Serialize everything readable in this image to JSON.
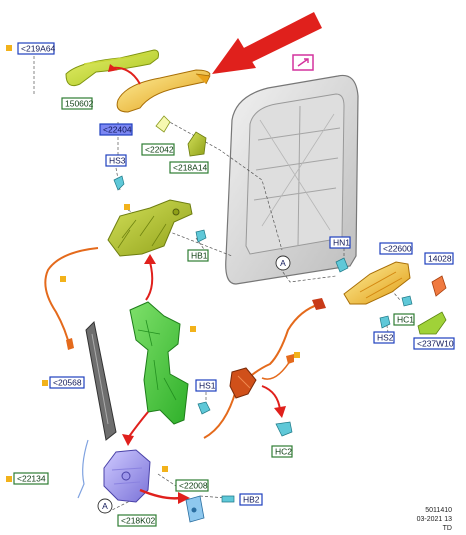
{
  "labels": {
    "l219A64": "<219A64",
    "l150602": "150602",
    "l22404": "<22404",
    "l22042": "<22042",
    "l218A14": "<218A14",
    "lHS3": "HS3",
    "lHB1": "HB1",
    "lHN1": "HN1",
    "l22600": "<22600",
    "l14028": "14028",
    "lHC1": "HC1",
    "lHS2": "HS2",
    "l237W10": "<237W10",
    "l20568": "<20568",
    "lHS1": "HS1",
    "lHC2": "HC2",
    "l22134": "<22134",
    "l22008": "<22008",
    "lHB2": "HB2",
    "l218K02": "<218K02"
  },
  "callouts": {
    "a1": "A",
    "a2": "A"
  },
  "footer": {
    "id": "5011410",
    "date": "03-2021 13",
    "code": "TD"
  },
  "colors": {
    "arrow": "#e0201c",
    "green_label": "#2e7d32",
    "blue_label": "#1f3fbf"
  }
}
